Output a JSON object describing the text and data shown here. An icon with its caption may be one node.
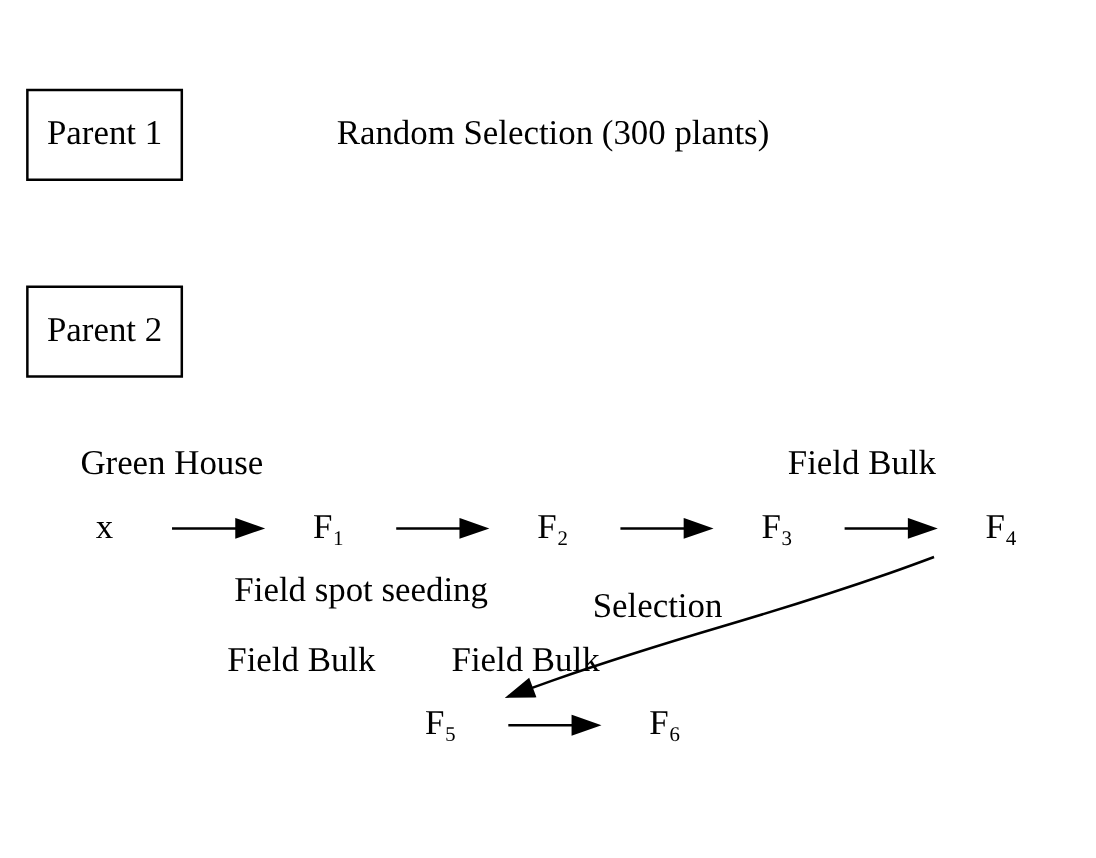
{
  "diagram": {
    "nodes": [
      {
        "text": [
          "Parent 1"
        ]
      },
      {
        "text": [
          "Parent 2"
        ]
      },
      {
        "text": [
          "x"
        ]
      },
      {
        "text": [
          "F₁"
        ],
        "beside": [
          "Green House"
        ]
      },
      {
        "text": [
          "F₂"
        ],
        "beside": [
          "Field spot seeding"
        ]
      },
      {
        "text": [
          "F₃"
        ]
      },
      {
        "text": [
          "F₄"
        ],
        "beside": [
          "Field Bulk"
        ]
      },
      {
        "text": [
          "F₅"
        ],
        "beside": [
          "Field Bulk"
        ]
      },
      {
        "text": [
          "F₆"
        ],
        "beside": [
          "Field Bulk"
        ]
      }
    ],
    "edges": [
      {
        "from": 2,
        "to": 3,
        "arrow": "to"
      },
      {
        "from": 3,
        "to": 4,
        "arrow": "to"
      },
      {
        "from": 4,
        "to": 5,
        "arrow": "to"
      },
      {
        "from": 5,
        "to": 6,
        "arrow": "to"
      },
      {
        "from": 6,
        "to": 7,
        "arrow": "to",
        "label": "Selection"
      },
      {
        "from": 7,
        "to": 8,
        "arrow": "to"
      }
    ],
    "labels": [
      "Random Selection (300 plants)"
    ]
  }
}
